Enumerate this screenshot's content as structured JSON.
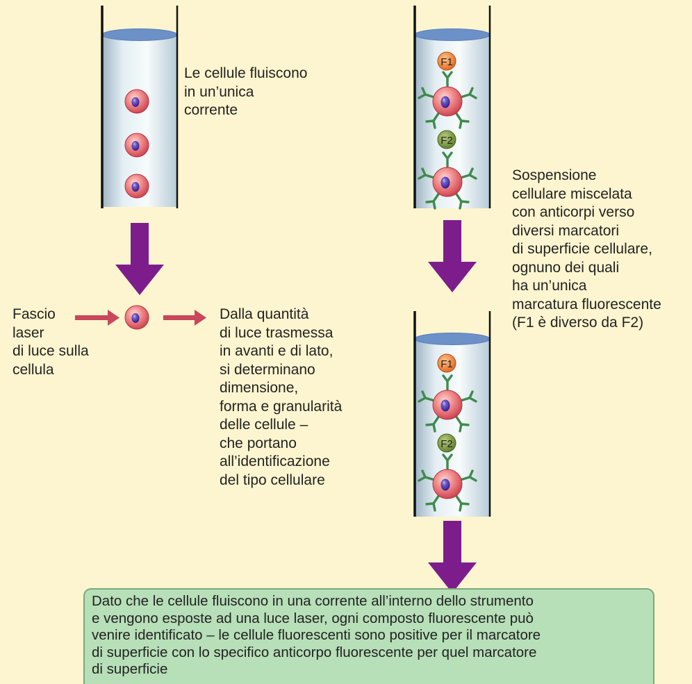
{
  "colors": {
    "background": "#fdf5cf",
    "arrow_purple": "#7d1d8c",
    "laser_red": "#c8475a",
    "box_green": "#b7dfb8",
    "antibody_green": "#3f8a4c",
    "f1_orange": "#e8782a",
    "f2_olive": "#6f8f3a",
    "cell_pink": "#e8696f",
    "nucleus_purple": "#3a1f8c"
  },
  "text": {
    "left_tube": "Le cellule fluiscono\nin un’unica\ncorrente",
    "right_tube": "Sospensione\ncellulare miscelata\ncon anticorpi verso\ndiversi marcatori\ndi superficie cellulare,\nognuno dei quali\nha un’unica\nmarcatura fluorescente\n(F1 è diverso da F2)",
    "laser": "Fascio\nlaser\ndi luce sulla\ncellula",
    "transmitted": "Dalla quantità\ndi luce trasmessa\nin avanti e di lato,\nsi determinano\ndimensione,\nforma e granularità\ndelle cellule –\nche portano\nall’identificazione\ndel tipo cellulare",
    "result": "Dato che le cellule fluiscono in una corrente all’interno dello strumento\ne vengono esposte ad una luce laser, ogni composto fluorescente può\nvenire identificato – le cellule fluorescenti sono positive per il marcatore\ndi superficie con lo specifico anticorpo fluorescente per quel marcatore\ndi superficie"
  },
  "labels": {
    "f1": "F1",
    "f2": "F2"
  },
  "icons": {
    "cell": "cell-icon",
    "flow_arrow": "down-arrow-icon",
    "laser_arrow": "right-arrow-icon",
    "antibody": "antibody-icon"
  }
}
